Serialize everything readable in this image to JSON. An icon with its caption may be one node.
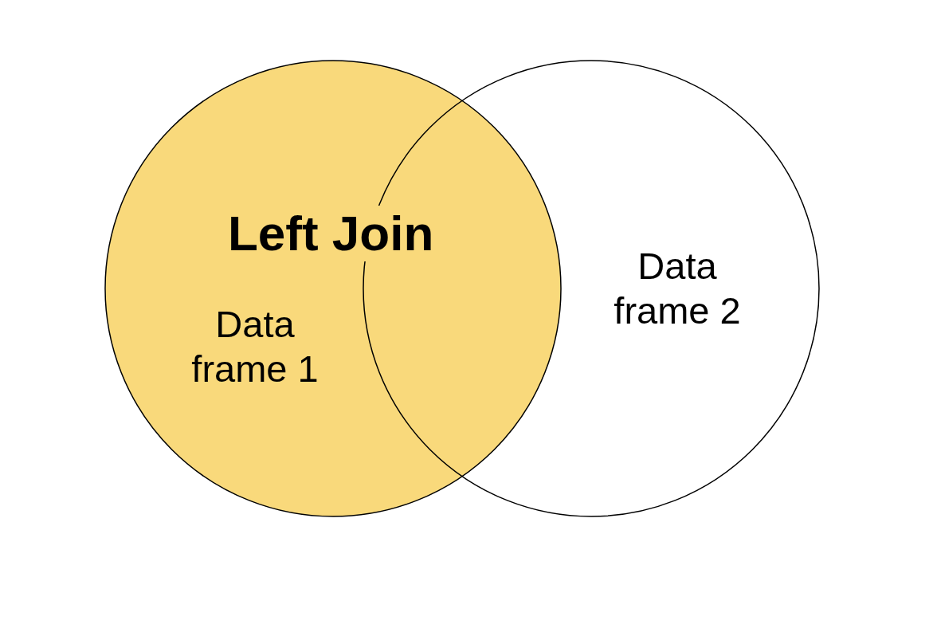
{
  "diagram": {
    "title": "Left Join",
    "nodes": [
      {
        "text": [
          "Data frame 1"
        ]
      },
      {
        "text": [
          "Data frame 2"
        ]
      }
    ]
  }
}
